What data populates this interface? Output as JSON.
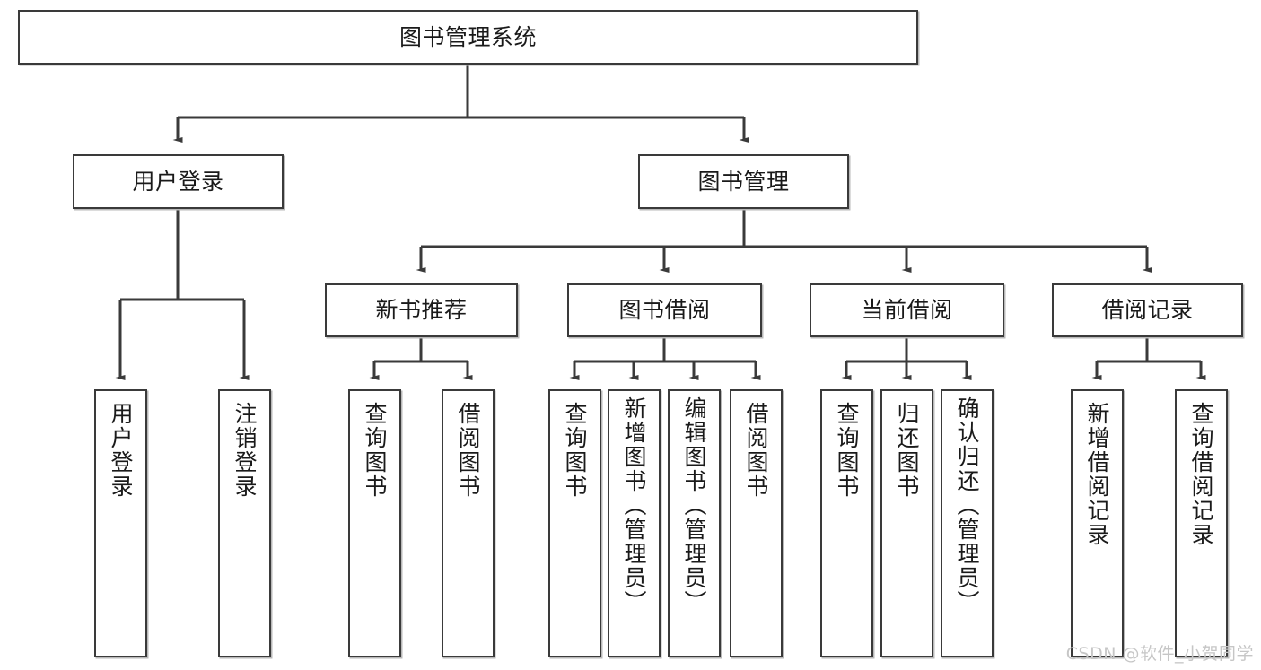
{
  "diagram": {
    "type": "tree",
    "title": "图书管理系统",
    "watermark": "CSDN @软件_小贺同学",
    "colors": {
      "box_border": "#3a3a3a",
      "box_fill": "#ffffff",
      "edge": "#3a3a3a",
      "watermark": "#c6c6c6"
    },
    "nodes": {
      "root": {
        "label": "图书管理系统"
      },
      "level2": [
        {
          "label": "用户登录"
        },
        {
          "label": "图书管理"
        }
      ],
      "level3": [
        {
          "label": "新书推荐"
        },
        {
          "label": "图书借阅"
        },
        {
          "label": "当前借阅"
        },
        {
          "label": "借阅记录"
        }
      ],
      "leaves": {
        "user_login": [
          {
            "label": "用户登录"
          },
          {
            "label": "注销登录"
          }
        ],
        "new_book": [
          {
            "label": "查询图书"
          },
          {
            "label": "借阅图书"
          }
        ],
        "book_borrow": [
          {
            "label": "查询图书"
          },
          {
            "label": "新增图书（管理员）"
          },
          {
            "label": "编辑图书（管理员）"
          },
          {
            "label": "借阅图书"
          }
        ],
        "current_borrow": [
          {
            "label": "查询图书"
          },
          {
            "label": "归还图书"
          },
          {
            "label": "确认归还（管理员）"
          }
        ],
        "borrow_record": [
          {
            "label": "新增借阅记录"
          },
          {
            "label": "查询借阅记录"
          }
        ]
      }
    }
  }
}
